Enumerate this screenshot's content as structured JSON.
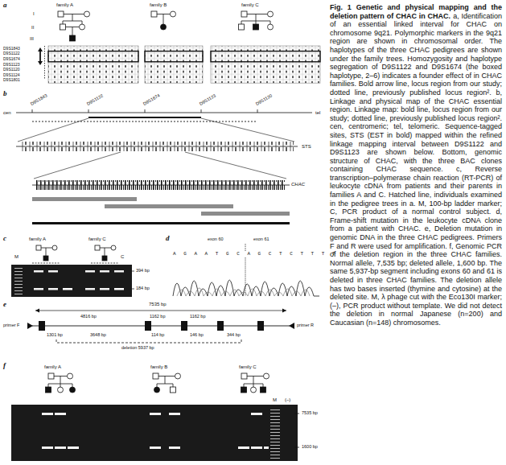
{
  "diagram": {
    "title": "Fig. 1 Genetic and physical mapping and the deletion pattern of CHAC in CHAC.",
    "caption": "a, Identification of an essential linked interval for CHAC on chromosome 9q21. Polymorphic markers in the 9q21 region are shown in chromosomal order. The haplotypes of the three CHAC pedigrees are shown under the family trees. Homozygosity and haplotype segregation of D9S1122 and D9S1674 (the boxed haplotype, 2–6) indicates a founder effect of in CHAC families. Bold arrow line, locus region from our study; dotted line, previously published locus region². b, Linkage and physical map of the CHAC essential region. Linkage map: bold line, locus region from our study; dotted line, previously published locus region². cen, centromeric; tel, telomeric. Sequence-tagged sites, STS (EST in bold) mapped within the refined linkage mapping interval between D9S1122 and D9S1123 are shown below. Bottom, genomic structure of CHAC, with the three BAC clones containing CHAC sequence. c, Reverse transcription–polymerase chain reaction (RT-PCR) of leukocyte cDNA from patients and their parents in families A and C. Hatched line, individuals examined in the pedigree trees in a. M, 100-bp ladder marker; C, PCR product of a normal control subject. d, Frame-shift mutation in the leukocyte cDNA clone from a patient with CHAC. e, Deletion mutation in genomic DNA in the three CHAC pedigrees. Primers F and R were used for amplification. f, Genomic PCR of the deletion region in the three CHAC families. Normal allele, 7,535 bp; deleted allele, 1,600 bp. The same 5,937-bp segment including exons 60 and 61 is deleted in three CHAC families. The deletion allele has two bases inserted (thymine and cytosine) at the deleted site. M, λ phage cut with the Eco130I marker; (–), PCR product without template. We did not detect the deletion in normal Japanese (n=200) and Caucasian (n=148) chromosomes.",
    "labels": [
      "a",
      "family A",
      "family B",
      "family C",
      "I",
      "II",
      "III",
      "D9S1843",
      "D9S1122",
      "D9S1674",
      "D9S1123",
      "D9S1120",
      "D9S1124",
      "D9S1801",
      "b",
      "D9S1843",
      "D9S1122",
      "D9S1674",
      "D9S1123",
      "D9S1120",
      "cen",
      "tel",
      "STS",
      "CHAC",
      "c",
      "family A",
      "family C",
      "M",
      "C",
      "394 bp",
      "184 bp",
      "d",
      "exon 60",
      "exon 61",
      "A G A A T G C A G C T C T T T T",
      "e",
      "7535 bp",
      "4816 bp",
      "1162 bp",
      "1162 bp",
      "1301 bp",
      "3648 bp",
      "114 bp",
      "146 bp",
      "344 bp",
      "primer F",
      "primer R",
      "deletion 5937 bp",
      "f",
      "family A",
      "family B",
      "family C",
      "M",
      "(–)",
      "7535 bp",
      "1600 bp"
    ]
  }
}
